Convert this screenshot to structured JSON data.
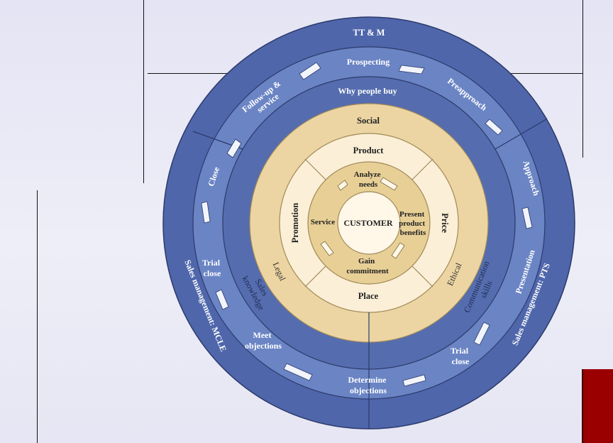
{
  "diagram": {
    "center": "CUSTOMER",
    "ring_outer_top": "TT & M",
    "sales_management_left": "Sales management: MCLE",
    "sales_management_right": "Sales management: PTS",
    "selling_process": {
      "prospecting": "Prospecting",
      "preapproach": "Preapproach",
      "approach": "Approach",
      "presentation": "Presentation",
      "trial_close_right": [
        "Trial",
        "close"
      ],
      "determine_objections": [
        "Determine",
        "objections"
      ],
      "meet_objections": [
        "Meet",
        "objections"
      ],
      "trial_close_left": [
        "Trial",
        "close"
      ],
      "close": "Close",
      "follow_up": [
        "Follow-up &",
        "service"
      ]
    },
    "knowledge_ring": {
      "why_people_buy": "Why people buy",
      "communication_skills": [
        "Communication",
        "skills"
      ],
      "sales_knowledge": [
        "Sales",
        "knowledge"
      ]
    },
    "environment_ring": {
      "social": "Social",
      "ethical": "Ethical",
      "legal": "Legal"
    },
    "marketing_mix": {
      "product": "Product",
      "price": "Price",
      "place": "Place",
      "promotion": "Promotion"
    },
    "customer_ring": {
      "analyze_needs": [
        "Analyze",
        "needs"
      ],
      "present_benefits": [
        "Present",
        "product",
        "benefits"
      ],
      "gain_commitment": [
        "Gain",
        "commitment"
      ],
      "service": "Service"
    }
  },
  "colors": {
    "outer_blue": "#4f66ab",
    "process_blue": "#6a84c4",
    "knowledge_blue": "#556dae",
    "tan": "#ecd5a2",
    "cream": "#fbefd7",
    "inner_tan": "#e7cf96",
    "center": "#fff7e8",
    "accent_red": "#9b0000"
  }
}
